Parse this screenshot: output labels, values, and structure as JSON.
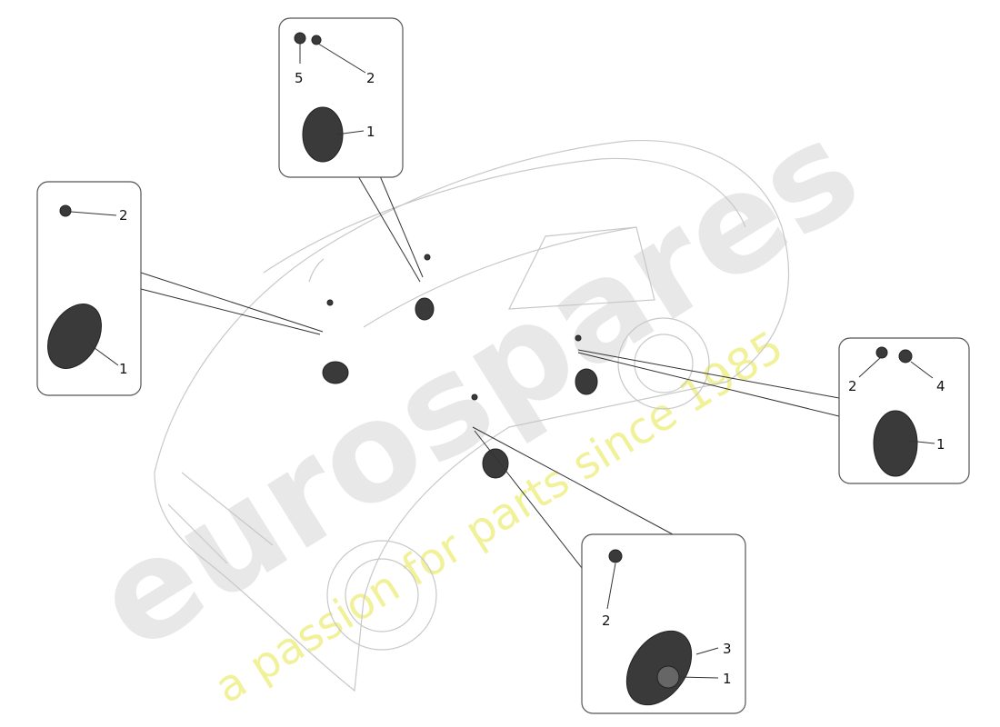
{
  "watermark": {
    "brand": "eurospares",
    "tagline": "a passion for parts since 1985"
  },
  "callouts": {
    "top": {
      "labels": [
        "5",
        "2",
        "1"
      ]
    },
    "left": {
      "labels": [
        "2",
        "1"
      ]
    },
    "right": {
      "labels": [
        "2",
        "4",
        "1"
      ]
    },
    "bottom": {
      "labels": [
        "2",
        "3",
        "1"
      ]
    }
  }
}
